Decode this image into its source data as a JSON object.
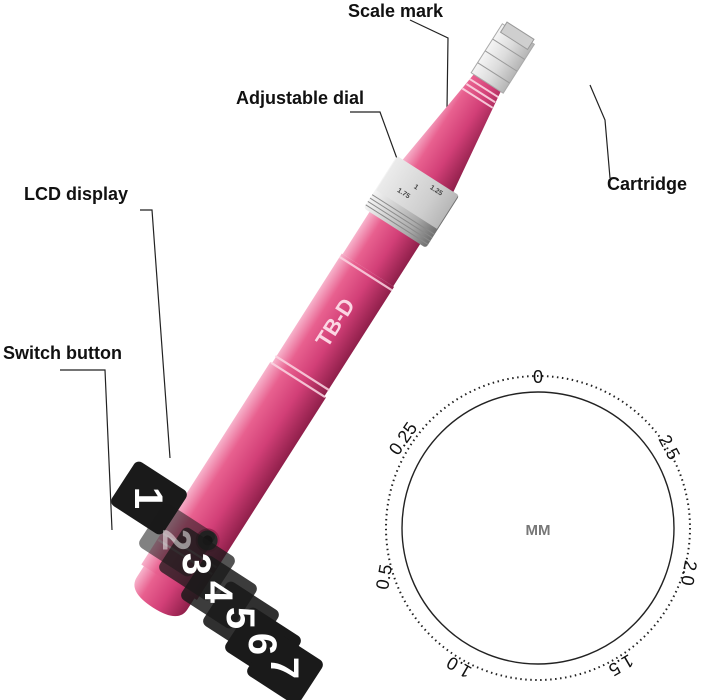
{
  "labels": {
    "scale_mark": "Scale mark",
    "adjustable_dial": "Adjustable dial",
    "lcd_display": "LCD display",
    "cartridge": "Cartridge",
    "switch_button": "Switch button"
  },
  "brand_mark": "TB-D",
  "lcd_digits": [
    "1",
    "2",
    "3",
    "4",
    "5",
    "6",
    "7"
  ],
  "dial_scale": {
    "center_label": "MM",
    "ticks": [
      "0",
      "2.5",
      "2.0",
      "1.5",
      "1.0",
      "0.5",
      "0.25"
    ]
  },
  "collar_marks": [
    "1.75",
    "1",
    "1.25"
  ],
  "colors": {
    "pen_body": "#d9477f",
    "pen_highlight": "#f29ab9",
    "pen_shadow": "#9e2653",
    "silver": "#c9c9c9",
    "lcd_background": "#1a1a1a",
    "lcd_digit": "#ffffff"
  }
}
